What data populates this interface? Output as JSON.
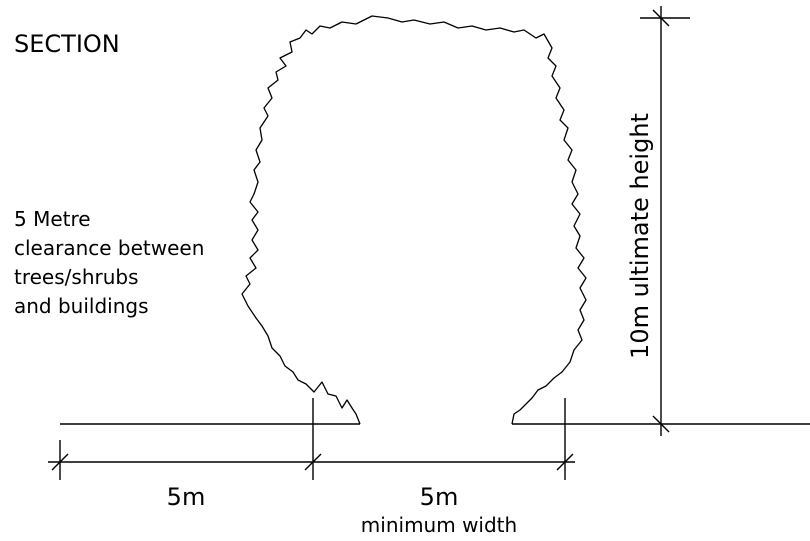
{
  "title": "SECTION",
  "clearance_note": [
    "5 Metre",
    "clearance between",
    "trees/shrubs",
    "and buildings"
  ],
  "dimensions": {
    "left_width": "5m",
    "right_width": "5m",
    "right_caption": "minimum width",
    "height": "10m ultimate height"
  }
}
